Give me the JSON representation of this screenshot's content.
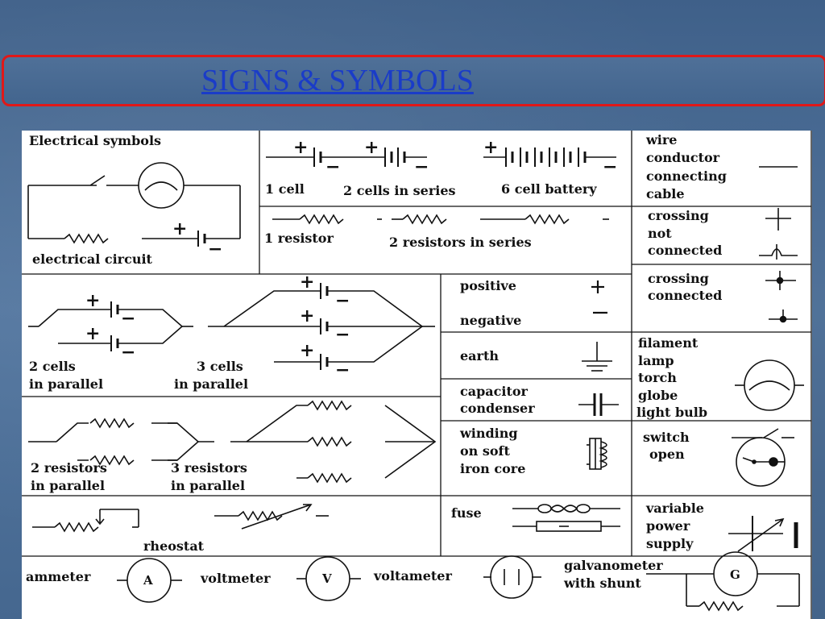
{
  "slide": {
    "title": "SIGNS & SYMBOLS"
  },
  "labels": {
    "electrical_symbols": "Electrical symbols",
    "electrical_circuit": "electrical circuit",
    "one_cell": "1 cell",
    "two_cells_series": "2 cells in series",
    "six_cell_battery": "6 cell battery",
    "wire": "wire",
    "conductor": "conductor",
    "connecting": "connecting",
    "cable": "cable",
    "one_resistor": "1 resistor",
    "two_resistors_series": "2 resistors in series",
    "crossing_not_1": "crossing",
    "crossing_not_2": "not",
    "crossing_not_3": "connected",
    "crossing_con_1": "crossing",
    "crossing_con_2": "connected",
    "positive": "positive",
    "negative": "negative",
    "two_cells_par_1": "2 cells",
    "two_cells_par_2": "in parallel",
    "three_cells_par_1": "3 cells",
    "three_cells_par_2": "in parallel",
    "earth": "earth",
    "filament": "filament",
    "lamp": "lamp",
    "torch": "torch",
    "globe": "globe",
    "light_bulb": "light bulb",
    "capacitor": "capacitor",
    "condenser": "condenser",
    "winding_1": "winding",
    "winding_2": "on soft",
    "winding_3": "iron core",
    "switch": "switch",
    "open": "open",
    "two_res_par_1": "2 resistors",
    "two_res_par_2": "in parallel",
    "three_res_par_1": "3 resistors",
    "three_res_par_2": "in parallel",
    "fuse": "fuse",
    "variable": "variable",
    "power": "power",
    "supply": "supply",
    "rheostat": "rheostat",
    "ammeter": "ammeter",
    "voltmeter": "voltmeter",
    "voltameter": "voltameter",
    "galvanometer_1": "galvanometer",
    "galvanometer_2": "with shunt"
  },
  "meter_letters": {
    "ammeter": "A",
    "voltmeter": "V",
    "galvanometer": "G"
  },
  "signs": {
    "plus": "+",
    "minus": "−"
  }
}
